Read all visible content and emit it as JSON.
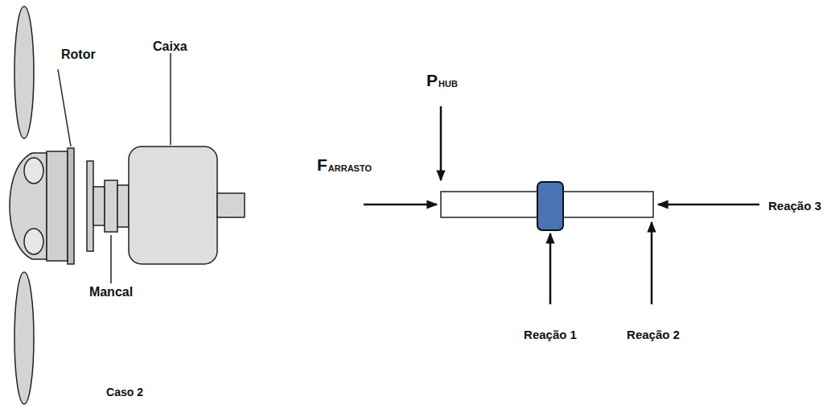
{
  "diagram": {
    "labels": [
      "Rotor",
      "Caixa",
      "Mancal",
      "Caso 2",
      "P",
      "HUB",
      "F",
      "ARRASTO",
      "Reação 3",
      "Reação 1",
      "Reação 2"
    ]
  }
}
